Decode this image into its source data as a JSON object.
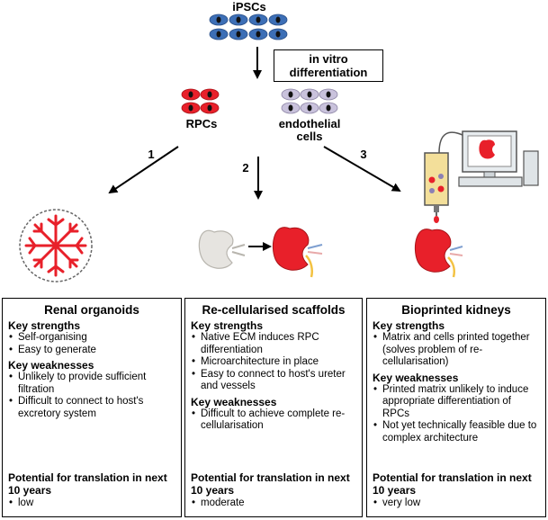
{
  "top": {
    "ipscs_label": "iPSCs",
    "differentiation_label": "in vitro differentiation",
    "rpcs_label": "RPCs",
    "endothelial_label": "endothelial cells"
  },
  "routes": [
    "1",
    "2",
    "3"
  ],
  "colors": {
    "ipsc_cell": "#3d6fb6",
    "rpc_cell": "#e8202a",
    "endothelial_cell": "#c9c2dc",
    "kidney_red": "#e8202a",
    "kidney_grey": "#e6e4e0"
  },
  "panels": [
    {
      "title": "Renal organoids",
      "strengths_heading": "Key strengths",
      "strengths": [
        "Self-organising",
        "Easy to generate"
      ],
      "weaknesses_heading": "Key weaknesses",
      "weaknesses": [
        "Unlikely to provide sufficient filtration",
        "Difficult to connect to host's excretory system"
      ],
      "potential_heading": "Potential for translation in next 10 years",
      "potential": "low"
    },
    {
      "title": "Re-cellularised scaffolds",
      "strengths_heading": "Key strengths",
      "strengths": [
        "Native ECM induces RPC differentiation",
        "Microarchitecture in place",
        "Easy to connect to host's ureter and vessels"
      ],
      "weaknesses_heading": "Key weaknesses",
      "weaknesses": [
        "Difficult to achieve complete re-cellularisation"
      ],
      "potential_heading": "Potential for translation in next 10 years",
      "potential": "moderate"
    },
    {
      "title": "Bioprinted kidneys",
      "strengths_heading": "Key strengths",
      "strengths": [
        "Matrix and cells printed together (solves problem of re-cellularisation)"
      ],
      "weaknesses_heading": "Key weaknesses",
      "weaknesses": [
        "Printed matrix unlikely to induce appropriate differentiation of RPCs",
        "Not yet technically feasible due to complex architecture"
      ],
      "potential_heading": "Potential for translation in next 10 years",
      "potential": "very low"
    }
  ]
}
